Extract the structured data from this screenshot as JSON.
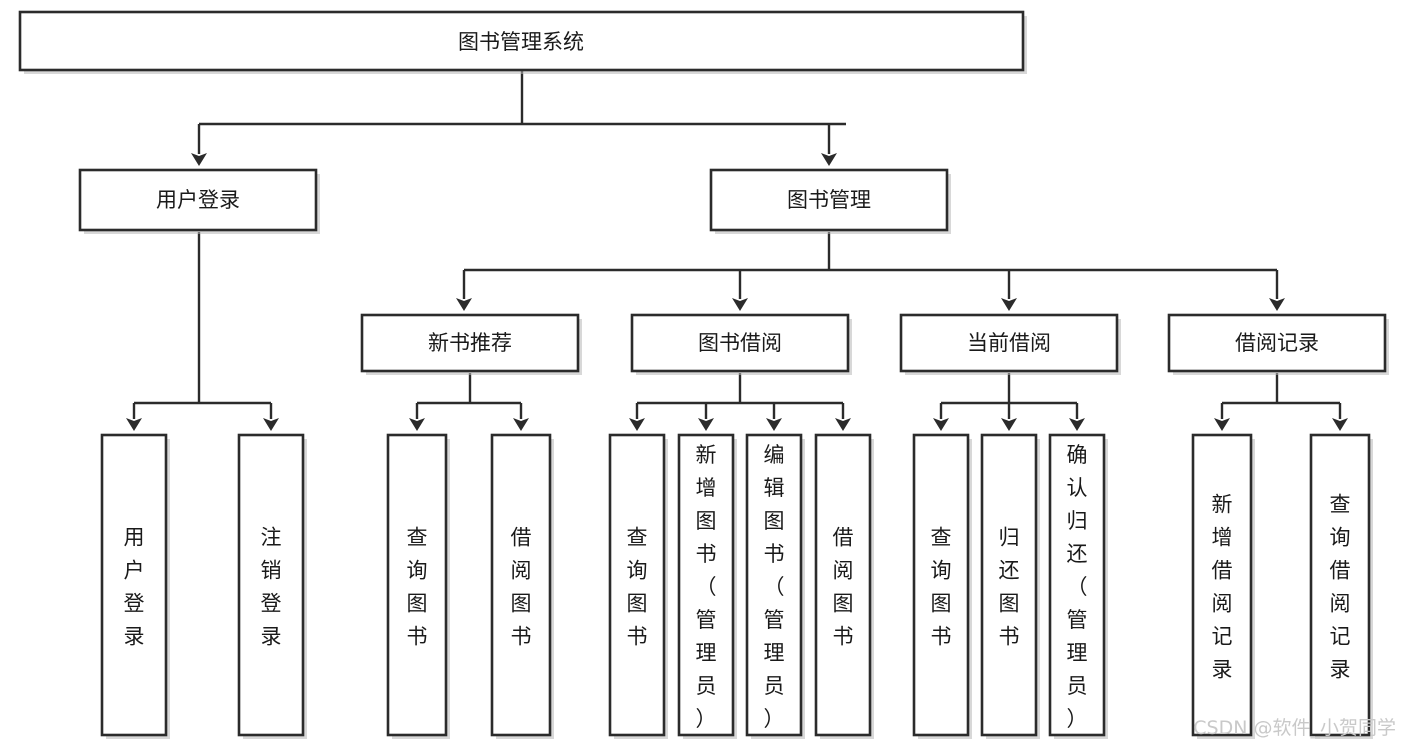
{
  "diagram": {
    "type": "hierarchy-tree",
    "title": "图书管理系统",
    "orientation": "top-down",
    "colors": {
      "box_stroke": "#2b2b2b",
      "box_fill": "#ffffff",
      "connector": "#2b2b2b",
      "text": "#1a1a1a",
      "watermark": "#c9c9c9",
      "background": "#ffffff"
    },
    "root": {
      "id": "root",
      "label": "图书管理系统",
      "text_orientation": "horizontal"
    },
    "level1": [
      {
        "id": "user-login",
        "label": "用户登录",
        "text_orientation": "horizontal"
      },
      {
        "id": "book-management",
        "label": "图书管理",
        "text_orientation": "horizontal"
      }
    ],
    "level2": [
      {
        "id": "new-book-recommend",
        "label": "新书推荐",
        "parent": "book-management",
        "text_orientation": "horizontal"
      },
      {
        "id": "book-borrow",
        "label": "图书借阅",
        "parent": "book-management",
        "text_orientation": "horizontal"
      },
      {
        "id": "current-borrow",
        "label": "当前借阅",
        "parent": "book-management",
        "text_orientation": "horizontal"
      },
      {
        "id": "borrow-record",
        "label": "借阅记录",
        "parent": "book-management",
        "text_orientation": "horizontal"
      }
    ],
    "leaves": [
      {
        "id": "leaf-user-login",
        "parent": "user-login",
        "label": "用户登录",
        "chars": [
          "用",
          "户",
          "登",
          "录"
        ],
        "text_orientation": "vertical"
      },
      {
        "id": "leaf-logout",
        "parent": "user-login",
        "label": "注销登录",
        "chars": [
          "注",
          "销",
          "登",
          "录"
        ],
        "text_orientation": "vertical"
      },
      {
        "id": "leaf-query-book-1",
        "parent": "new-book-recommend",
        "label": "查询图书",
        "chars": [
          "查",
          "询",
          "图",
          "书"
        ],
        "text_orientation": "vertical"
      },
      {
        "id": "leaf-borrow-book-1",
        "parent": "new-book-recommend",
        "label": "借阅图书",
        "chars": [
          "借",
          "阅",
          "图",
          "书"
        ],
        "text_orientation": "vertical"
      },
      {
        "id": "leaf-query-book-2",
        "parent": "book-borrow",
        "label": "查询图书",
        "chars": [
          "查",
          "询",
          "图",
          "书"
        ],
        "text_orientation": "vertical"
      },
      {
        "id": "leaf-add-book",
        "parent": "book-borrow",
        "label": "新增图书（管理员）",
        "chars": [
          "新",
          "增",
          "图",
          "书",
          "（",
          "管",
          "理",
          "员",
          "）"
        ],
        "text_orientation": "vertical"
      },
      {
        "id": "leaf-edit-book",
        "parent": "book-borrow",
        "label": "编辑图书（管理员）",
        "chars": [
          "编",
          "辑",
          "图",
          "书",
          "（",
          "管",
          "理",
          "员",
          "）"
        ],
        "text_orientation": "vertical"
      },
      {
        "id": "leaf-borrow-book-2",
        "parent": "book-borrow",
        "label": "借阅图书",
        "chars": [
          "借",
          "阅",
          "图",
          "书"
        ],
        "text_orientation": "vertical"
      },
      {
        "id": "leaf-query-book-3",
        "parent": "current-borrow",
        "label": "查询图书",
        "chars": [
          "查",
          "询",
          "图",
          "书"
        ],
        "text_orientation": "vertical"
      },
      {
        "id": "leaf-return-book",
        "parent": "current-borrow",
        "label": "归还图书",
        "chars": [
          "归",
          "还",
          "图",
          "书"
        ],
        "text_orientation": "vertical"
      },
      {
        "id": "leaf-confirm-return",
        "parent": "current-borrow",
        "label": "确认归还（管理员）",
        "chars": [
          "确",
          "认",
          "归",
          "还",
          "（",
          "管",
          "理",
          "员",
          "）"
        ],
        "text_orientation": "vertical"
      },
      {
        "id": "leaf-add-record",
        "parent": "borrow-record",
        "label": "新增借阅记录",
        "chars": [
          "新",
          "增",
          "借",
          "阅",
          "记",
          "录"
        ],
        "text_orientation": "vertical"
      },
      {
        "id": "leaf-query-record",
        "parent": "borrow-record",
        "label": "查询借阅记录",
        "chars": [
          "查",
          "询",
          "借",
          "阅",
          "记",
          "录"
        ],
        "text_orientation": "vertical"
      }
    ]
  },
  "watermark": {
    "text": "CSDN @软件_小贺同学"
  }
}
